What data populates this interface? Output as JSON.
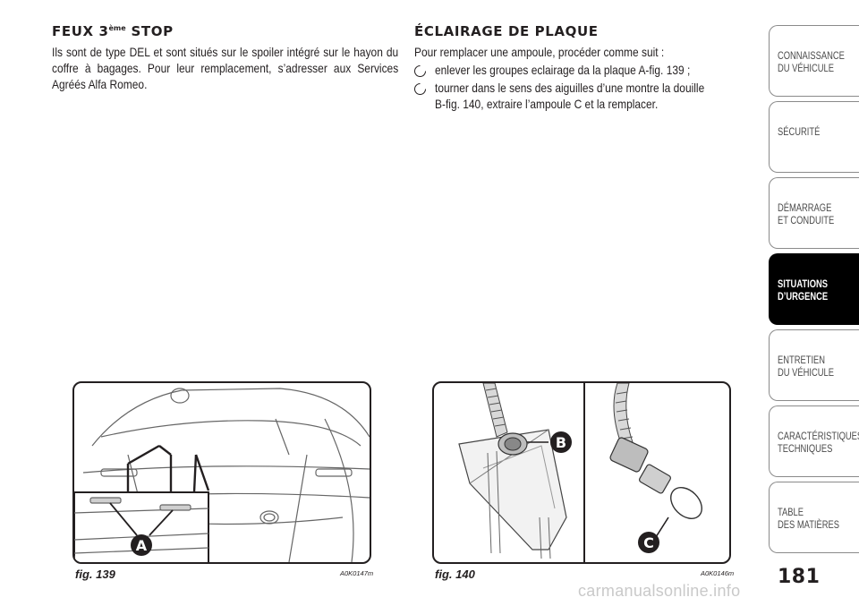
{
  "left": {
    "title_main": "FEUX 3",
    "title_sup": "ème",
    "title_end": " STOP",
    "body": "Ils sont de type DEL et sont situés sur le spoiler intégré sur le hayon du coffre à bagages. Pour leur remplacement, s’adresser aux Services Agréés Alfa Romeo."
  },
  "right": {
    "title": "ÉCLAIRAGE DE PLAQUE",
    "intro": "Pour remplacer une ampoule, procéder comme suit :",
    "steps": [
      "enlever les groupes eclairage da la plaque A-fig. 139 ;",
      "tourner dans le sens des aiguilles d’une montre la douille B-fig. 140, extraire l’ampoule C et la remplacer."
    ]
  },
  "sidebar": {
    "tabs": [
      {
        "label": "CONNAISSANCE\nDU VÉHICULE",
        "active": false
      },
      {
        "label": "SÉCURITÉ",
        "active": false
      },
      {
        "label": "DÉMARRAGE\nET CONDUITE",
        "active": false
      },
      {
        "label": "SITUATIONS\nD’URGENCE",
        "active": true
      },
      {
        "label": "ENTRETIEN\nDU VÉHICULE",
        "active": false
      },
      {
        "label": "CARACTÉRISTIQUES\nTECHNIQUES",
        "active": false
      },
      {
        "label": "TABLE\nDES MATIÈRES",
        "active": false
      }
    ]
  },
  "figures": {
    "fig139": {
      "caption": "fig. 139",
      "code": "A0K0147m",
      "callout": "A"
    },
    "fig140": {
      "caption": "fig. 140",
      "code": "A0K0146m",
      "callout_b": "B",
      "callout_c": "C"
    }
  },
  "page_number": "181",
  "watermark": "carmanualsonline.info"
}
